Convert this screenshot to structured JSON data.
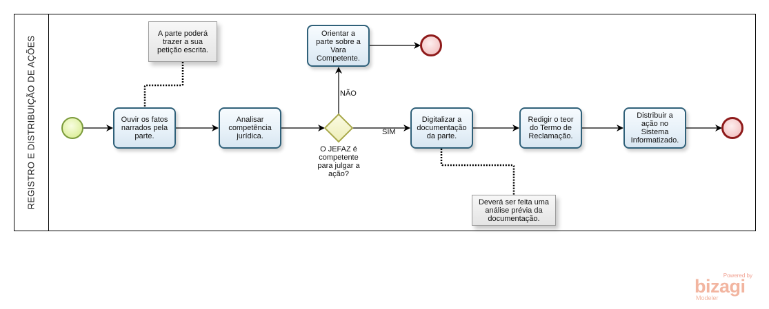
{
  "pool": {
    "lane_label": "REGISTRO E DISTRIBUIÇÃO DE AÇÕES"
  },
  "events": {
    "start": {
      "type": "start-event"
    },
    "end_top": {
      "type": "end-event"
    },
    "end_main": {
      "type": "end-event"
    }
  },
  "tasks": [
    {
      "id": "ouvir",
      "lines": [
        "Ouvir os fatos",
        "narrados pela",
        "parte."
      ]
    },
    {
      "id": "analisar",
      "lines": [
        "Analisar",
        "competência",
        "jurídica."
      ]
    },
    {
      "id": "orientar",
      "lines": [
        "Orientar a",
        "parte sobre a",
        "Vara",
        "Competente."
      ]
    },
    {
      "id": "digitalizar",
      "lines": [
        "Digitalizar a",
        "documentação",
        "da parte."
      ]
    },
    {
      "id": "redigir",
      "lines": [
        "Redigir o teor",
        "do Termo de",
        "Reclamação."
      ]
    },
    {
      "id": "distribuir",
      "lines": [
        "Distribuir a",
        "ação no",
        "Sistema",
        "Informatizado."
      ]
    }
  ],
  "gateway": {
    "question_lines": [
      "O JEFAZ é",
      "competente",
      "para julgar a",
      "ação?"
    ],
    "yes_label": "SIM",
    "no_label": "NÃO"
  },
  "annotations": [
    {
      "id": "peticao",
      "lines": [
        "A parte poderá",
        "trazer a sua",
        "petição escrita."
      ]
    },
    {
      "id": "analise",
      "lines": [
        "Deverá ser feita uma",
        "análise prévia da",
        "documentação."
      ]
    }
  ],
  "watermark": {
    "powered_by": "Powered by",
    "brand": "bizagi",
    "product": "Modeler"
  },
  "colors": {
    "task_border": "#2f6079",
    "start_fill": "#e9f5b8",
    "start_border": "#7a9a3a",
    "end_fill": "#f8d4d4",
    "end_border": "#8e1a1a",
    "gateway_fill": "#f7f6c8",
    "gateway_border": "#a8a84a"
  }
}
